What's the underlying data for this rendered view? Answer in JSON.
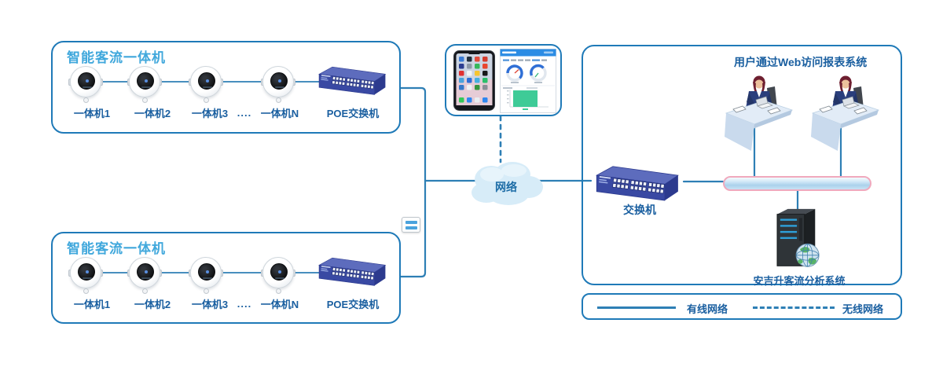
{
  "groups": [
    {
      "title": "智能客流一体机",
      "devices": [
        "一体机1",
        "一体机2",
        "一体机3",
        "....",
        "一体机N"
      ],
      "switch_label": "POE交换机"
    },
    {
      "title": "智能客流一体机",
      "devices": [
        "一体机1",
        "一体机2",
        "一体机3",
        "....",
        "一体机N"
      ],
      "switch_label": "POE交换机"
    }
  ],
  "cloud": {
    "label": "网络"
  },
  "right_panel": {
    "title": "用户通过Web访问报表系统",
    "switch_label": "交换机",
    "server_label": "安吉升客流分析系统"
  },
  "legend": {
    "wired_label": "有线网络",
    "wireless_label": "无线网络"
  },
  "colors": {
    "box_border": "#1f7ab8",
    "group_title": "#41a8dc",
    "device_label": "#1a5fa0",
    "wire": "#2e7fb5",
    "cloud_fill": "#d7ecf8",
    "bus_border": "#f0a9bd",
    "switch_navy": "#3949a3",
    "dashboard_header": "#2b8ce4",
    "chart_green": "#3ecb97"
  }
}
